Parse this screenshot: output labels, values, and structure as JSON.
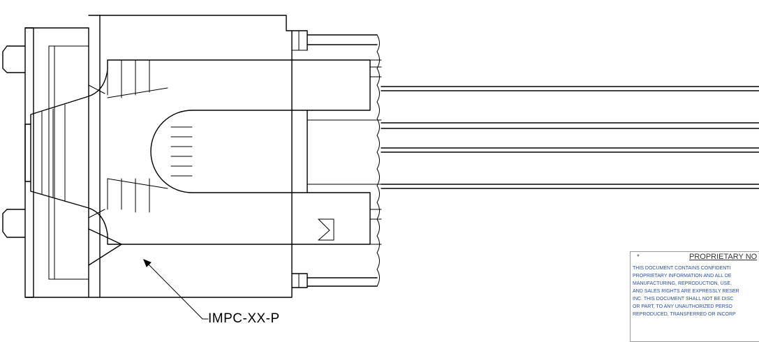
{
  "callout": {
    "label": "IMPC-XX-P"
  },
  "notice": {
    "mark": "*",
    "title": "PROPRIETARY NO",
    "lines": [
      "THIS DOCUMENT CONTAINS CONFIDENTI",
      "PROPRIETARY INFORMATION AND ALL DE",
      "MANUFACTURING, REPRODUCTION, USE,",
      "AND SALES RIGHTS ARE EXPRESSLY RESER",
      "INC. THIS DOCUMENT SHALL NOT BE DISC",
      "OR PART, TO ANY UNAUTHORIZED PERSO",
      "REPRODUCED, TRANSFERRED OR INCORP"
    ]
  }
}
